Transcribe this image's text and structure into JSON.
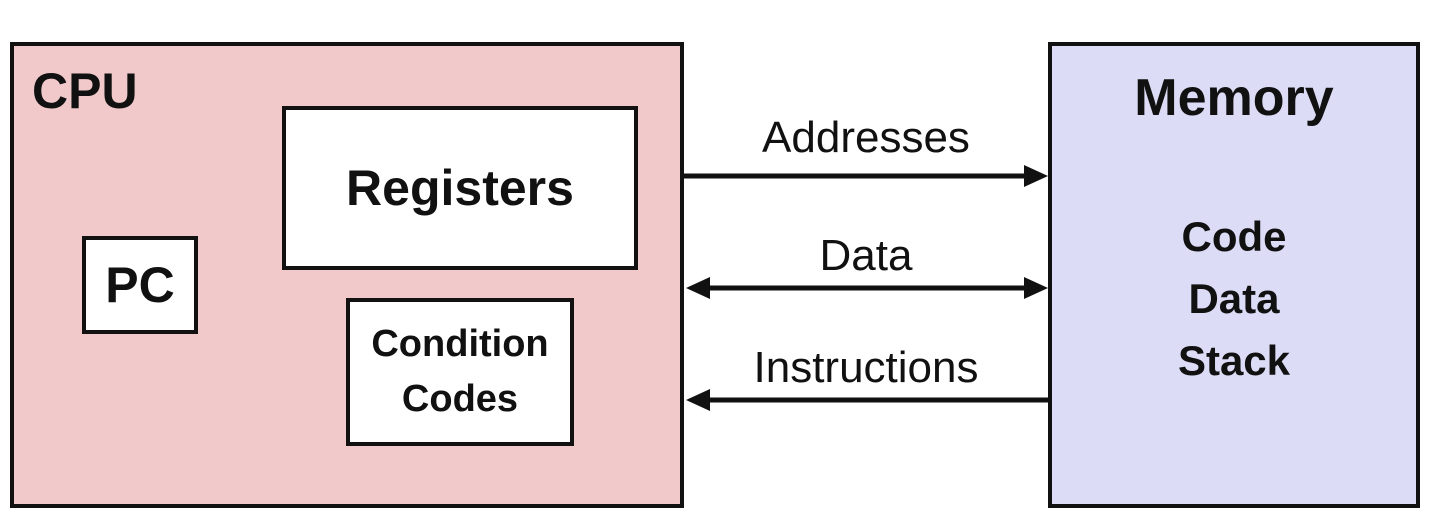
{
  "colors": {
    "cpu_fill": "#f2c9ca",
    "memory_fill": "#dcdcf6",
    "line": "#111111"
  },
  "cpu": {
    "title": "CPU",
    "registers": "Registers",
    "pc": "PC",
    "condition_codes": [
      "Condition",
      "Codes"
    ]
  },
  "memory": {
    "title": "Memory",
    "items": [
      "Code",
      "Data",
      "Stack"
    ]
  },
  "connections": [
    {
      "label": "Addresses",
      "direction": "cpu-to-memory"
    },
    {
      "label": "Data",
      "direction": "bidirectional"
    },
    {
      "label": "Instructions",
      "direction": "memory-to-cpu"
    }
  ]
}
